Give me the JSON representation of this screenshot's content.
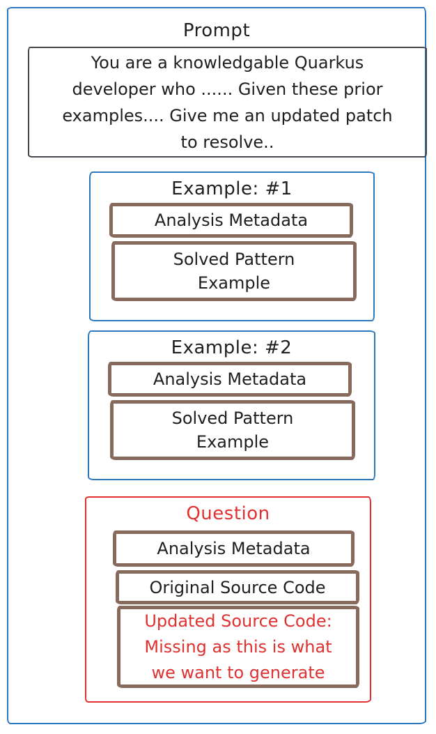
{
  "colors": {
    "frame_blue": "#2b77c0",
    "box_brown": "#876a5c",
    "accent_red": "#e03131",
    "ink": "#1e1e1e"
  },
  "prompt": {
    "title": "Prompt",
    "body": "You are a knowledgable Quarkus\ndeveloper who ...... Given these prior\nexamples.... Give me an updated patch\nto resolve.."
  },
  "examples": [
    {
      "title": "Example: #1",
      "metadata_label": "Analysis Metadata",
      "solved_label": "Solved Pattern\nExample"
    },
    {
      "title": "Example: #2",
      "metadata_label": "Analysis Metadata",
      "solved_label": "Solved Pattern\nExample"
    }
  ],
  "question": {
    "title": "Question",
    "metadata_label": "Analysis Metadata",
    "original_label": "Original Source Code",
    "updated_label": "Updated Source Code:\nMissing as this is what\nwe want to generate"
  }
}
